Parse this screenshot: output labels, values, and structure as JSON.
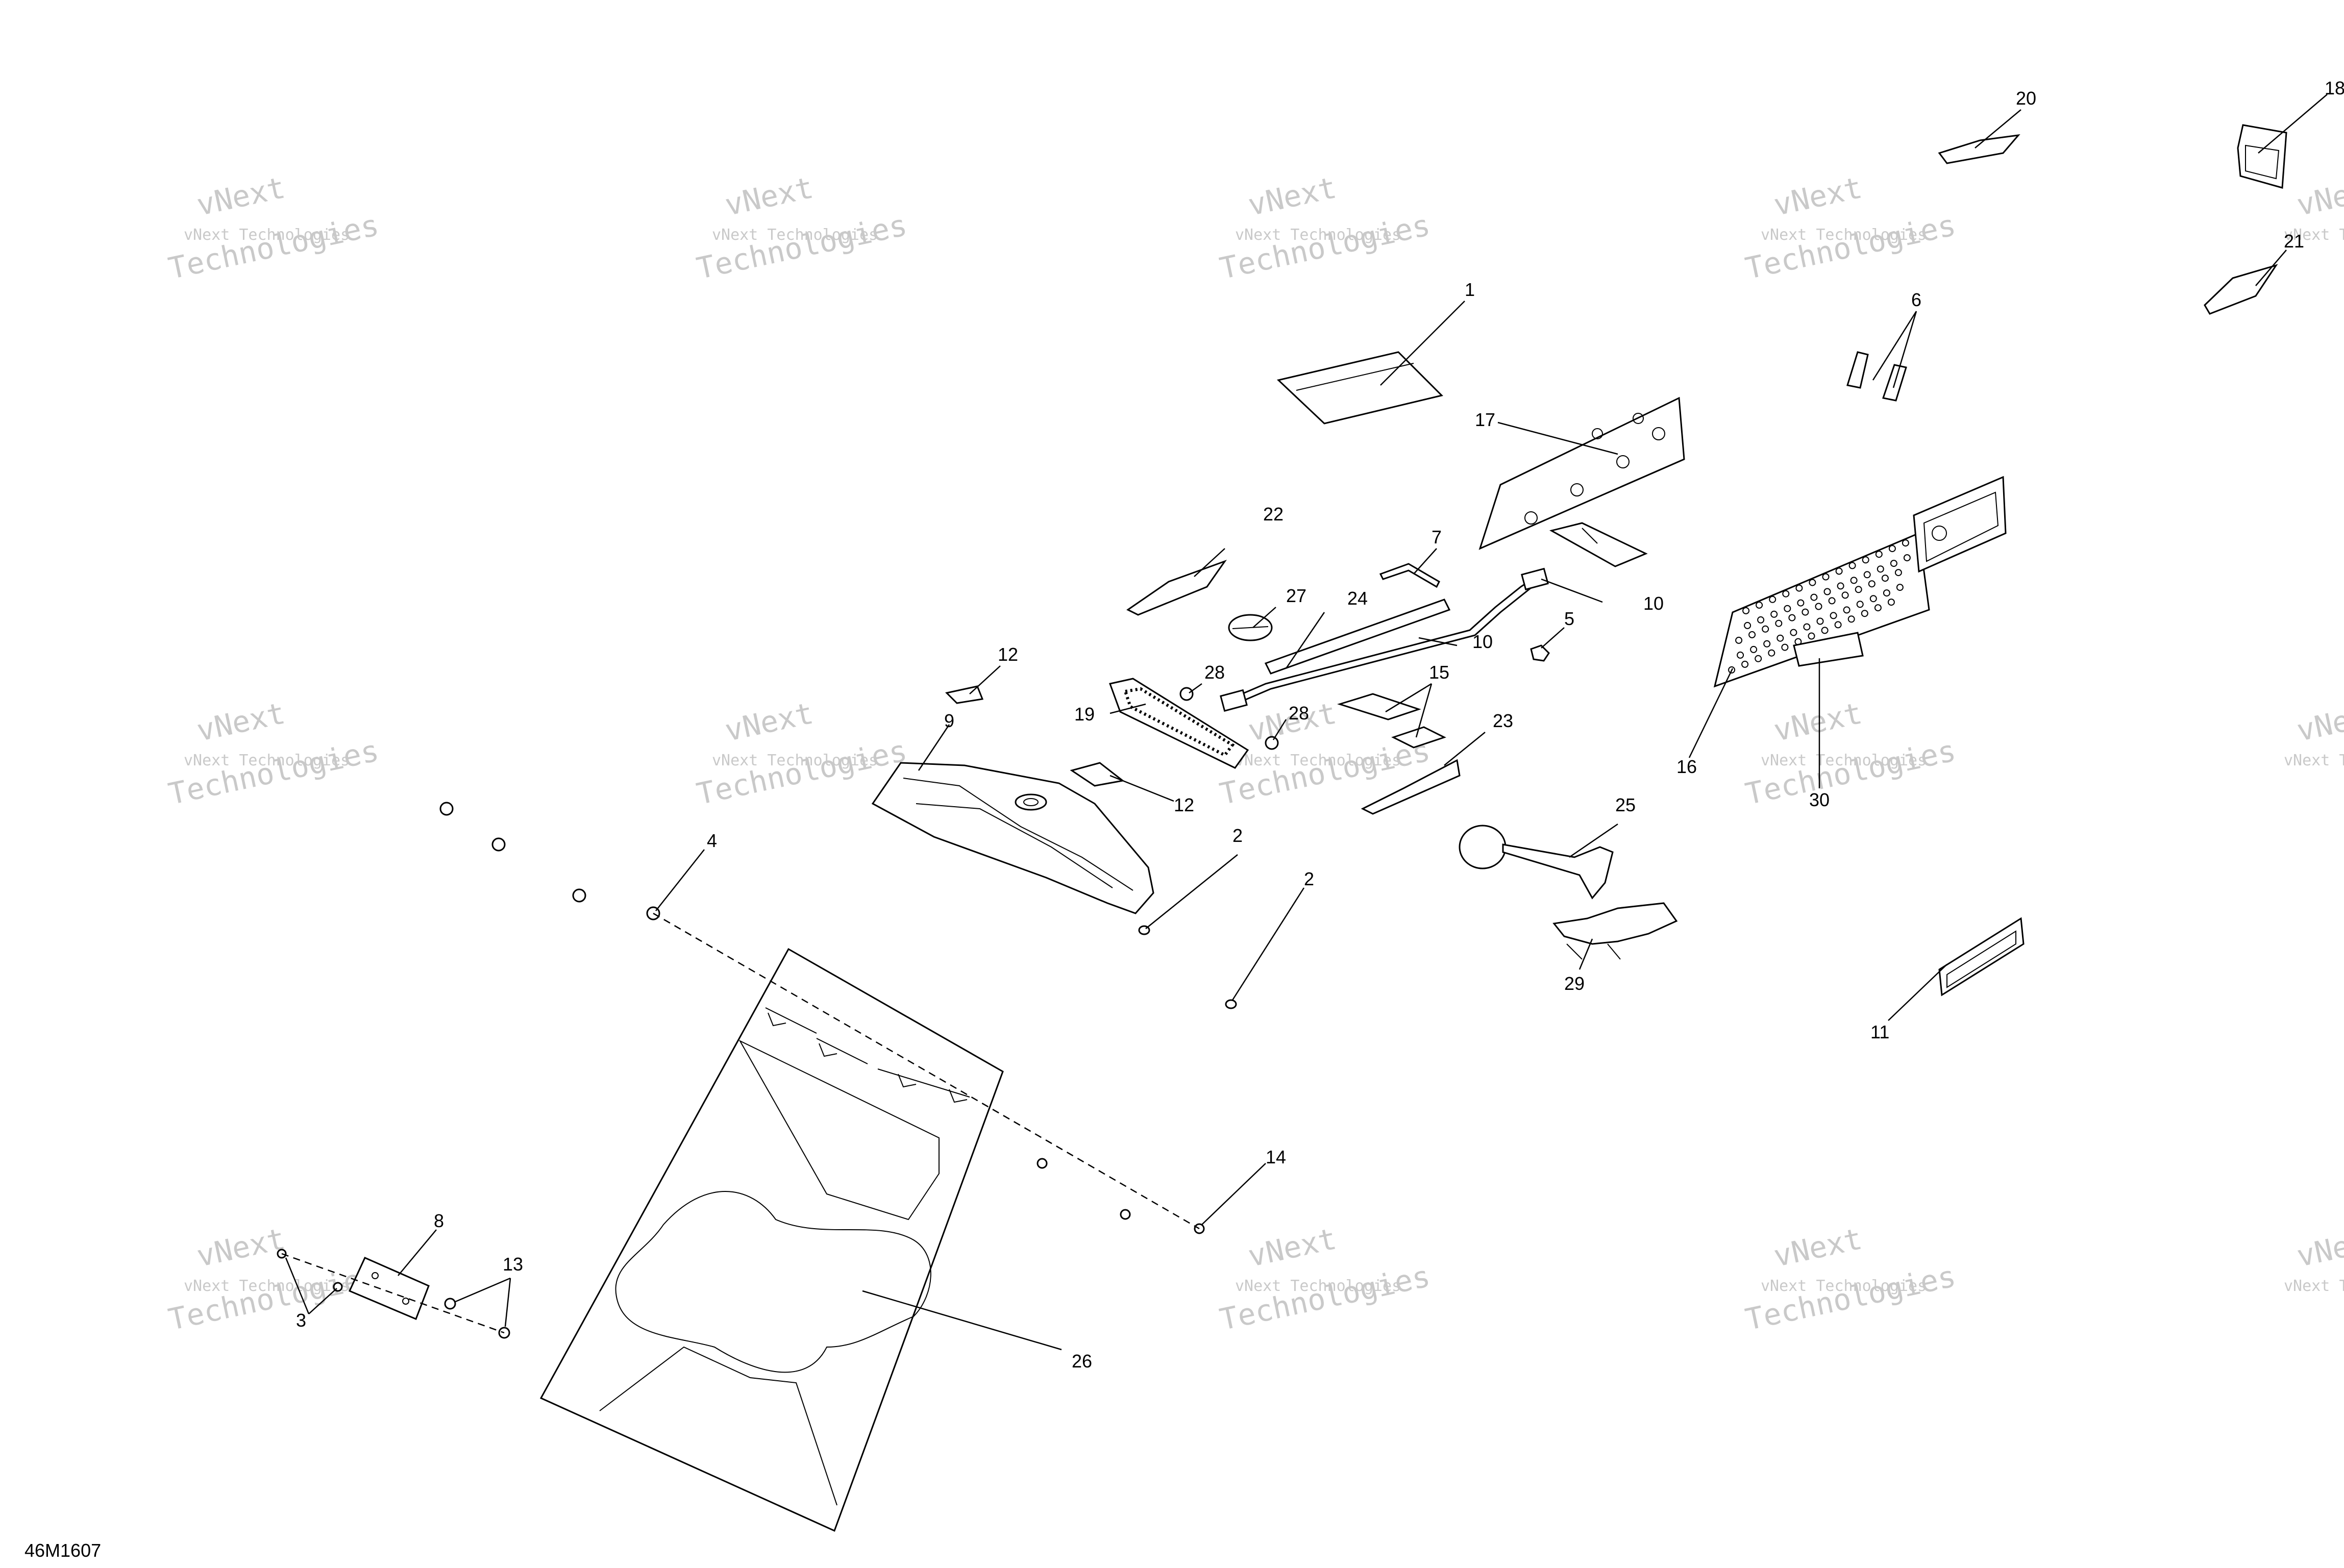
{
  "watermark": {
    "line1": "vNext Technologies",
    "line2": "vNext",
    "line3": "Technologies"
  },
  "diagram_code": "46M1607",
  "callouts": {
    "c1": "1",
    "c2a": "2",
    "c2b": "2",
    "c3": "3",
    "c4": "4",
    "c5": "5",
    "c6": "6",
    "c7": "7",
    "c8": "8",
    "c9": "9",
    "c10a": "10",
    "c10b": "10",
    "c11": "11",
    "c12a": "12",
    "c12b": "12",
    "c13": "13",
    "c14": "14",
    "c15": "15",
    "c16": "16",
    "c17": "17",
    "c18": "18",
    "c19": "19",
    "c20": "20",
    "c21": "21",
    "c22": "22",
    "c23": "23",
    "c24": "24",
    "c25": "25",
    "c26": "26",
    "c27": "27",
    "c28a": "28",
    "c28b": "28",
    "c29": "29",
    "c30": "30"
  }
}
